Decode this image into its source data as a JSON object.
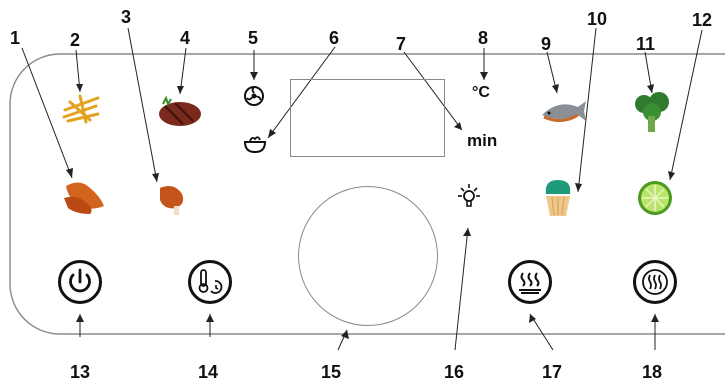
{
  "labels": {
    "n1": "1",
    "n2": "2",
    "n3": "3",
    "n4": "4",
    "n5": "5",
    "n6": "6",
    "n7": "7",
    "n8": "8",
    "n9": "9",
    "n10": "10",
    "n11": "11",
    "n12": "12",
    "n13": "13",
    "n14": "14",
    "n15": "15",
    "n16": "16",
    "n17": "17",
    "n18": "18"
  },
  "units": {
    "celsius": "°C",
    "minutes": "min"
  },
  "icons": [
    "chicken-wings-icon",
    "fries-icon",
    "drumstick-icon",
    "steak-icon",
    "fan-icon",
    "stir-icon",
    "fish-icon",
    "cupcake-icon",
    "broccoli-icon",
    "lime-icon",
    "power-icon",
    "temp-timer-icon",
    "light-icon",
    "steam-icon",
    "dehydrate-icon"
  ],
  "colors": {
    "outline": "#8a8a8a",
    "ink": "#111111",
    "food_orange": "#d2641e",
    "food_green": "#2f7a2f"
  }
}
